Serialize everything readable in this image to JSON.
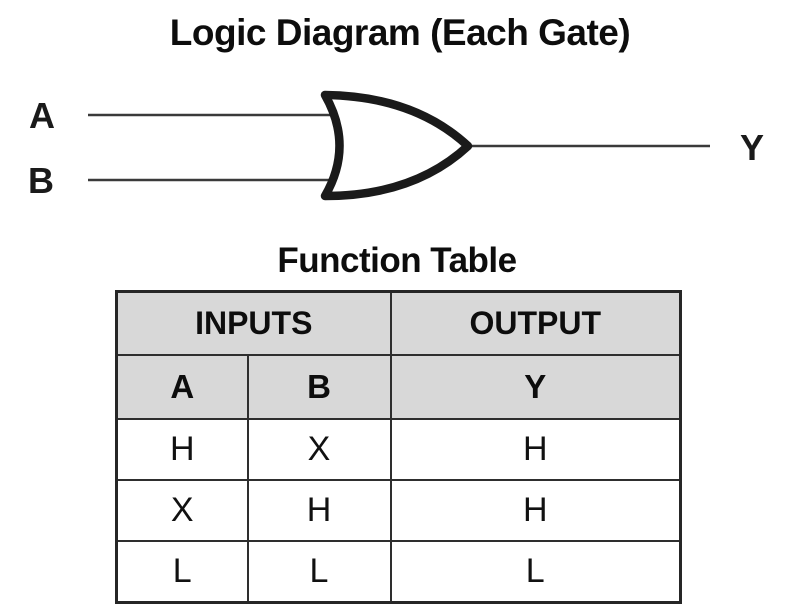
{
  "diagram": {
    "title": "Logic Diagram (Each Gate)",
    "gate_type": "or-gate",
    "input_a_label": "A",
    "input_b_label": "B",
    "output_label": "Y"
  },
  "function_table": {
    "title": "Function Table",
    "header_groups": [
      {
        "label": "INPUTS",
        "colspan": 2
      },
      {
        "label": "OUTPUT",
        "colspan": 1
      }
    ],
    "columns": [
      "A",
      "B",
      "Y"
    ],
    "rows": [
      [
        "H",
        "X",
        "H"
      ],
      [
        "X",
        "H",
        "H"
      ],
      [
        "L",
        "L",
        "L"
      ]
    ]
  },
  "colors": {
    "background": "#ffffff",
    "header_bg": "#d8d8d8",
    "table_border": "#2e2e2e",
    "gate_stroke": "#1a1a1a",
    "wire": "#3a3a3a",
    "text": "#111111"
  }
}
